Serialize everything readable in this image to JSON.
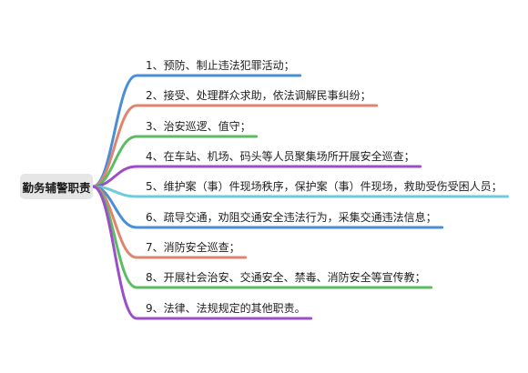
{
  "root": {
    "label": "勤务辅警职责"
  },
  "branches": [
    {
      "text": "1、预防、制止违法犯罪活动；",
      "color": "#4a8fd4"
    },
    {
      "text": "2、接受、处理群众求助，依法调解民事纠纷；",
      "color": "#e0846f"
    },
    {
      "text": "3、治安巡逻、值守；",
      "color": "#5dbb63"
    },
    {
      "text": "4、在车站、机场、码头等人员聚集场所开展安全巡查；",
      "color": "#9b4fc4"
    },
    {
      "text": "5、维护案（事）件现场秩序，保护案（事）件现场，救助受伤受困人员；",
      "color": "#6ccbdc"
    },
    {
      "text": "6、疏导交通，劝阻交通安全违法行为，采集交通违法信息；",
      "color": "#4a8fd4"
    },
    {
      "text": "7、消防安全巡查；",
      "color": "#e0846f"
    },
    {
      "text": "8、开展社会治安、交通安全、禁毒、消防安全等宣传教；",
      "color": "#5dbb63"
    },
    {
      "text": "9、法律、法规规定的其他职责。",
      "color": "#9b4fc4"
    }
  ]
}
